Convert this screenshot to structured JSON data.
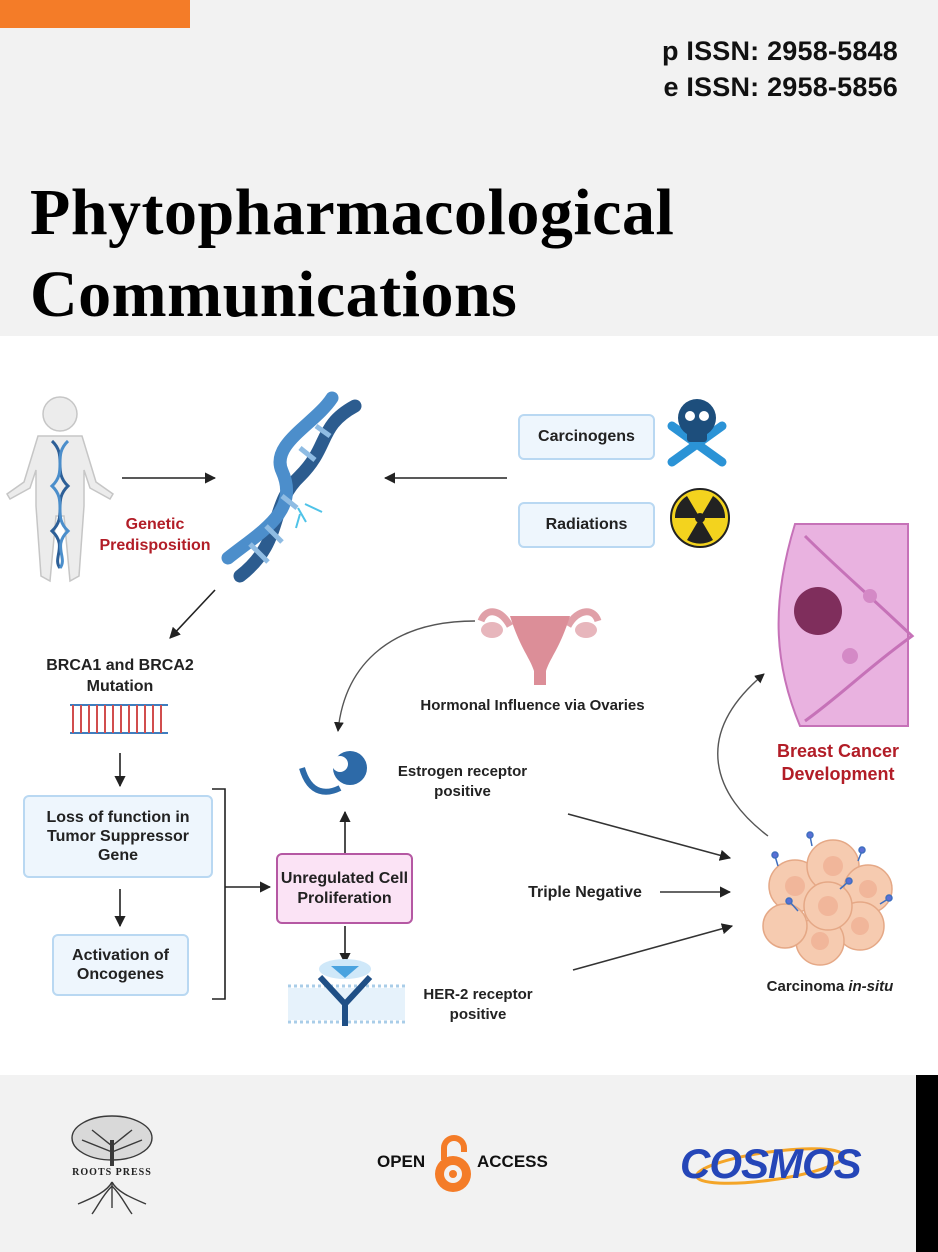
{
  "header": {
    "pissn": "p ISSN: 2958-5848",
    "eissn": "e ISSN: 2958-5856",
    "title_line1": "Phytopharmacological",
    "title_line2": "Communications"
  },
  "diagram": {
    "genetic": "Genetic Predisposition",
    "carcinogens": "Carcinogens",
    "radiations": "Radiations",
    "brca": "BRCA1 and BRCA2 Mutation",
    "hormonal": "Hormonal Influence via Ovaries",
    "breast_cancer": "Breast Cancer Development",
    "loss_function": "Loss of function in Tumor Suppressor Gene",
    "activation": "Activation of Oncogenes",
    "unregulated": "Unregulated Cell Proliferation",
    "estrogen": "Estrogen receptor positive",
    "triple": "Triple Negative",
    "her2": "HER-2 receptor positive",
    "carcinoma": "Carcinoma",
    "carcinoma_italic": "in-situ"
  },
  "footer": {
    "roots_press": "ROOTS PRESS",
    "open": "OPEN",
    "access": "ACCESS",
    "cosmos": "COSMOS"
  },
  "colors": {
    "accent": "#f47c28",
    "red_text": "#b21d27",
    "box_blue": "#eef6fd",
    "box_pink": "#fbe3f5"
  }
}
